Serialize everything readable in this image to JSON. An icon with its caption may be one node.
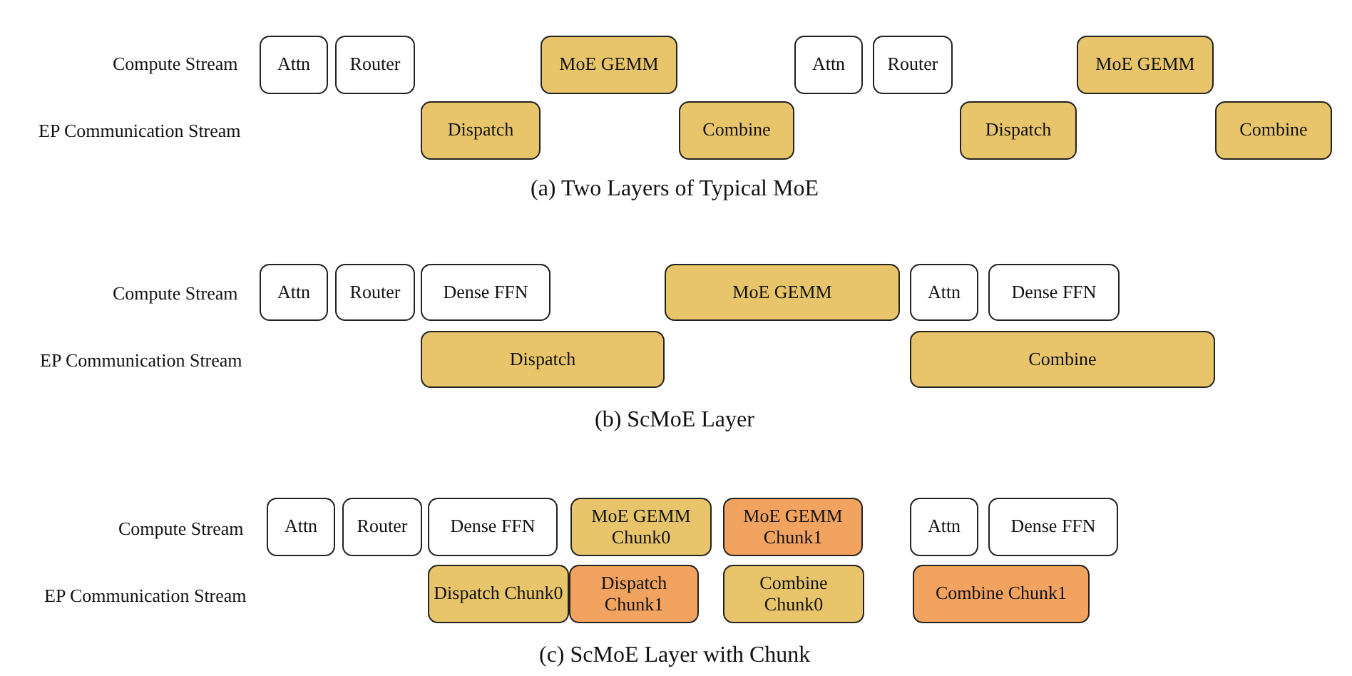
{
  "diagram": {
    "nodes": [
      {
        "text": [
          "Attn"
        ]
      },
      {
        "text": [
          "Router"
        ]
      },
      {
        "text": [
          "MoE GEMM"
        ]
      },
      {
        "text": [
          "Attn"
        ]
      },
      {
        "text": [
          "Router"
        ]
      },
      {
        "text": [
          "MoE GEMM"
        ]
      },
      {
        "text": [
          "Dispatch"
        ]
      },
      {
        "text": [
          "Combine"
        ]
      },
      {
        "text": [
          "Dispatch"
        ]
      },
      {
        "text": [
          "Combine"
        ]
      },
      {
        "text": [
          "Attn"
        ]
      },
      {
        "text": [
          "Router"
        ]
      },
      {
        "text": [
          "Dense FFN"
        ]
      },
      {
        "text": [
          "MoE GEMM"
        ]
      },
      {
        "text": [
          "Attn"
        ]
      },
      {
        "text": [
          "Dense FFN"
        ]
      },
      {
        "text": [
          "Dispatch"
        ]
      },
      {
        "text": [
          "Combine"
        ]
      },
      {
        "text": [
          "Attn"
        ]
      },
      {
        "text": [
          "Router"
        ]
      },
      {
        "text": [
          "Dense FFN"
        ]
      },
      {
        "text": [
          "MoE GEMM Chunk0"
        ]
      },
      {
        "text": [
          "MoE GEMM Chunk1"
        ]
      },
      {
        "text": [
          "Attn"
        ]
      },
      {
        "text": [
          "Dense FFN"
        ]
      },
      {
        "text": [
          "Dispatch Chunk0"
        ]
      },
      {
        "text": [
          "Dispatch Chunk1"
        ]
      },
      {
        "text": [
          "Combine Chunk0"
        ]
      },
      {
        "text": [
          "Combine Chunk1"
        ]
      }
    ],
    "labels": [
      "Compute Stream",
      "EP Communication Stream",
      "(a) Two Layers of Typical MoE",
      "Compute Stream",
      "EP Communication Stream",
      "(b) ScMoE Layer",
      "Compute Stream",
      "EP Communication Stream",
      "(c) ScMoE Layer with Chunk"
    ]
  }
}
